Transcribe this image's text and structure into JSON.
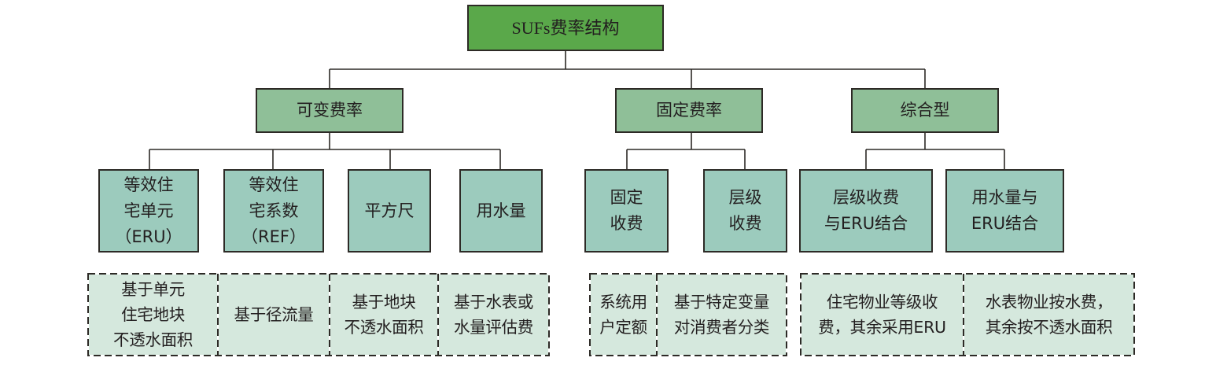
{
  "root": {
    "label": "SUFs费率结构"
  },
  "categories": [
    {
      "label": "可变费率"
    },
    {
      "label": "固定费率"
    },
    {
      "label": "综合型"
    }
  ],
  "types": [
    {
      "label": "等效住\n宅单元\n（ERU）"
    },
    {
      "label": "等效住\n宅系数\n（REF）"
    },
    {
      "label": "平方尺"
    },
    {
      "label": "用水量"
    },
    {
      "label": "固定\n收费"
    },
    {
      "label": "层级\n收费"
    },
    {
      "label": "层级收费\n与ERU结合"
    },
    {
      "label": "用水量与\nERU结合"
    }
  ],
  "bases": [
    {
      "label": "基于单元\n住宅地块\n不透水面积"
    },
    {
      "label": "基于径流量"
    },
    {
      "label": "基于地块\n不透水面积"
    },
    {
      "label": "基于水表或\n水量评估费"
    },
    {
      "label": "系统用\n户定额"
    },
    {
      "label": "基于特定变量\n对消费者分类"
    },
    {
      "label": "住宅物业等级收\n费，其余采用ERU"
    },
    {
      "label": "水表物业按水费，\n其余按不透水面积"
    }
  ],
  "colors": {
    "root": "#5aa84a",
    "category": "#8fbf98",
    "type": "#9ccbbd",
    "basis": "#d5e8dd",
    "line": "#2d2a26"
  }
}
